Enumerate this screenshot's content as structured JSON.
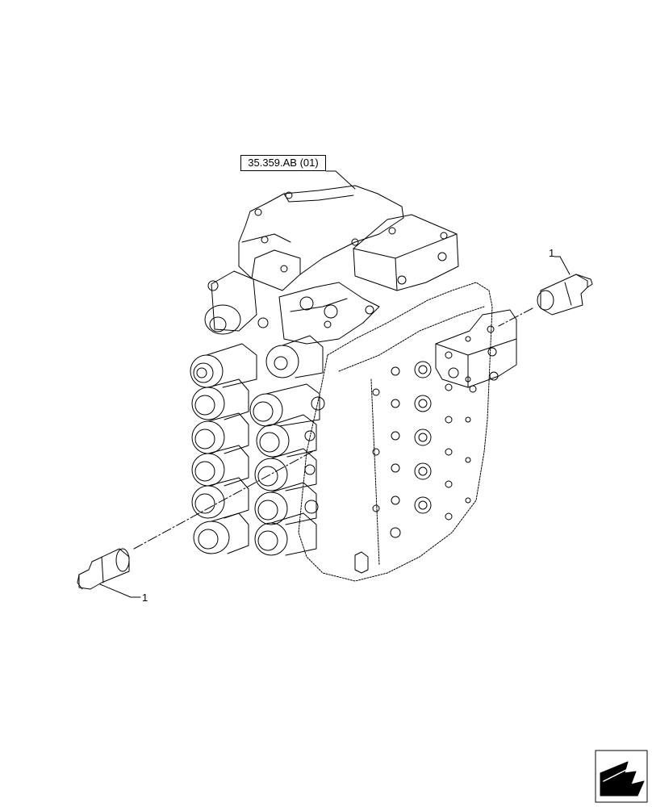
{
  "reference_label": "35.359.AB (01)",
  "callouts": [
    "1",
    "1"
  ],
  "nav_icon": "next-page-arrow-icon",
  "colors": {
    "line": "#000000",
    "background": "#ffffff"
  }
}
